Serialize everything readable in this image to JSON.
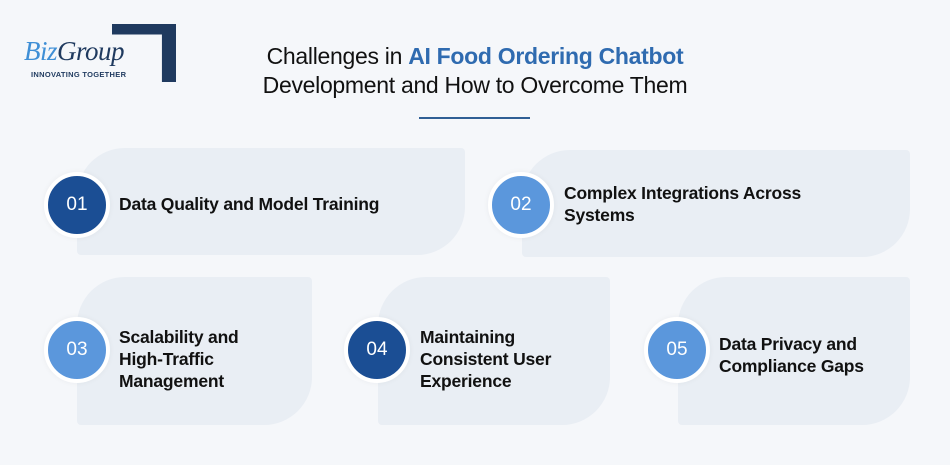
{
  "logo": {
    "brand_part1": "Biz",
    "brand_part2": "Group",
    "tagline": "INNOVATING TOGETHER"
  },
  "title": {
    "line1_prefix": "Challenges in ",
    "line1_highlight": "AI Food Ordering Chatbot",
    "line2": "Development and How to Overcome Them"
  },
  "colors": {
    "background": "#f5f7fa",
    "card": "#e9eef4",
    "highlight": "#2f6bb0",
    "circle_dark": "#1b4e94",
    "circle_light": "#5b97dc",
    "divider": "#2f5f95"
  },
  "challenges": [
    {
      "number": "01",
      "label": "Data Quality and Model Training",
      "style": "dark"
    },
    {
      "number": "02",
      "label": "Complex Integrations Across Systems",
      "style": "light"
    },
    {
      "number": "03",
      "label": "Scalability and High-Traffic Management",
      "style": "light"
    },
    {
      "number": "04",
      "label": "Maintaining Consistent User Experience",
      "style": "dark"
    },
    {
      "number": "05",
      "label": "Data Privacy and Compliance Gaps",
      "style": "light"
    }
  ]
}
